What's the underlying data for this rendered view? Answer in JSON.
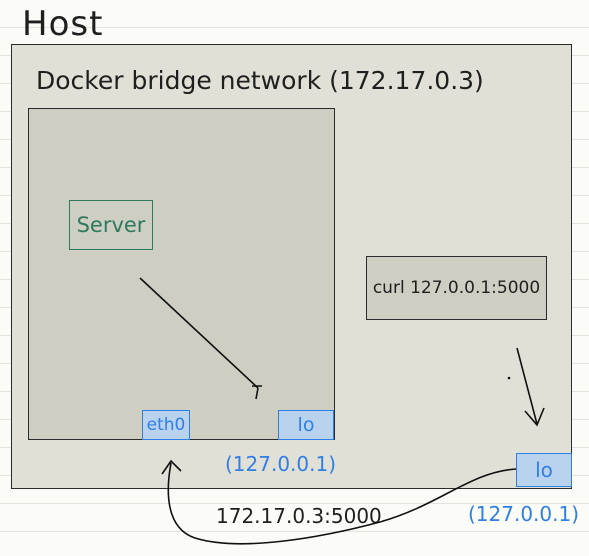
{
  "host": {
    "label": "Host"
  },
  "bridge": {
    "label": "Docker bridge network (172.17.0.3)"
  },
  "server": {
    "label": "Server"
  },
  "interfaces": {
    "eth0": "eth0",
    "lo_container": "lo",
    "lo_host": "lo"
  },
  "addresses": {
    "container_lo": "(127.0.0.1)",
    "host_lo": "(127.0.0.1)",
    "bridge_target": "172.17.0.3:5000"
  },
  "curl": {
    "command": "curl 127.0.0.1:5000"
  },
  "colors": {
    "blue": "#2f7fe6",
    "green": "#2e7a5f",
    "ink": "#1f1f1f"
  }
}
